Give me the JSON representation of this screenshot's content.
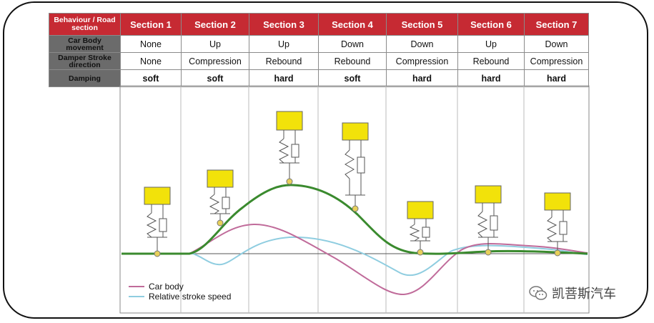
{
  "table": {
    "row_headers": [
      "Behaviour / Road section",
      "Car Body movement",
      "Damper Stroke direction",
      "Damping"
    ],
    "sections": [
      "Section 1",
      "Section 2",
      "Section 3",
      "Section 4",
      "Section 5",
      "Section 6",
      "Section 7"
    ],
    "car_body_movement": [
      "None",
      "Up",
      "Up",
      "Down",
      "Down",
      "Up",
      "Down"
    ],
    "damper_stroke_direction": [
      "None",
      "Compression",
      "Rebound",
      "Rebound",
      "Compression",
      "Rebound",
      "Compression"
    ],
    "damping": [
      "soft",
      "soft",
      "hard",
      "soft",
      "hard",
      "hard",
      "hard"
    ]
  },
  "legend": {
    "car_body": "Car body",
    "relative_stroke_speed": "Relative stroke speed"
  },
  "colors": {
    "header_red": "#c62a33",
    "row_header_gray": "#6b6b6b",
    "road_green": "#3a8a2e",
    "car_body_curve": "#c06b9a",
    "stroke_speed_curve": "#8fcde0",
    "mass_yellow": "#f2e20a",
    "soft_text": "#d0222b",
    "hard_text": "#1f4d9a"
  },
  "watermark": {
    "text": "凯菩斯汽车",
    "icon": "wechat-icon"
  }
}
